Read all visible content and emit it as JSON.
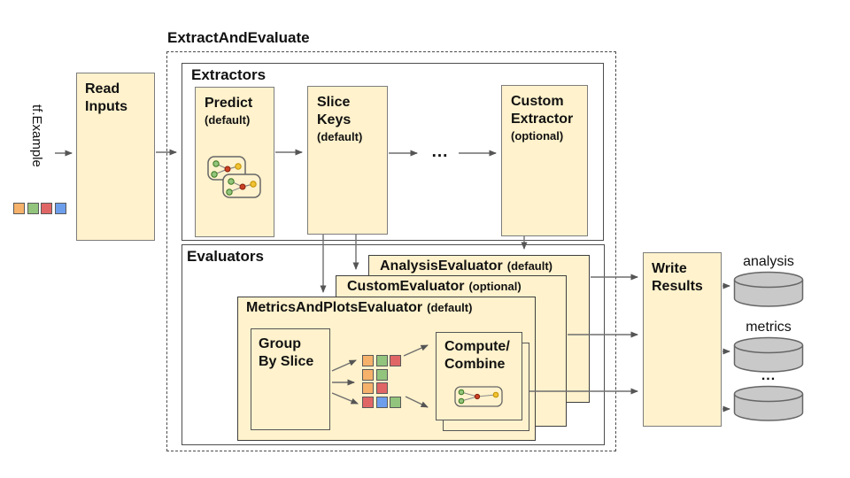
{
  "title": "ExtractAndEvaluate",
  "left": {
    "input_label": "tf.Example",
    "input_squares": [
      [
        "orange",
        "green",
        "red",
        "blue"
      ]
    ],
    "read_inputs": "Read\nInputs"
  },
  "extractors": {
    "section_label": "Extractors",
    "predict_title": "Predict",
    "predict_sub": "(default)",
    "slice_keys_title": "Slice\nKeys",
    "slice_keys_sub": "(default)",
    "ellipsis": "...",
    "custom_title": "Custom\nExtractor",
    "custom_sub": "(optional)"
  },
  "evaluators": {
    "section_label": "Evaluators",
    "analysis_title": "AnalysisEvaluator",
    "analysis_sub": "(default)",
    "custom_title": "CustomEvaluator",
    "custom_sub": "(optional)",
    "map_title": "MetricsAndPlotsEvaluator",
    "map_sub": "(default)",
    "group_by_slice": "Group\nBy Slice",
    "slice_squares": [
      [
        "orange",
        "green",
        "red"
      ],
      [
        "orange",
        "green"
      ],
      [
        "orange",
        "red"
      ],
      [
        "red",
        "blue",
        "green"
      ]
    ],
    "compute_combine": "Compute/\nCombine"
  },
  "output": {
    "write_results": "Write\nResults",
    "store_labels": [
      "analysis",
      "metrics",
      "..."
    ]
  },
  "colors": {
    "box_fill": "#fff2cc",
    "box_border": "#7d7d7d",
    "container_border": "#4d4d4d",
    "arrow": "#6e6e6e",
    "cylinder_fill": "#c9c9c9",
    "cylinder_border": "#666666",
    "palette": {
      "orange": "#f6b26b",
      "green": "#93c47d",
      "red": "#e06666",
      "blue": "#6d9eeb"
    }
  }
}
